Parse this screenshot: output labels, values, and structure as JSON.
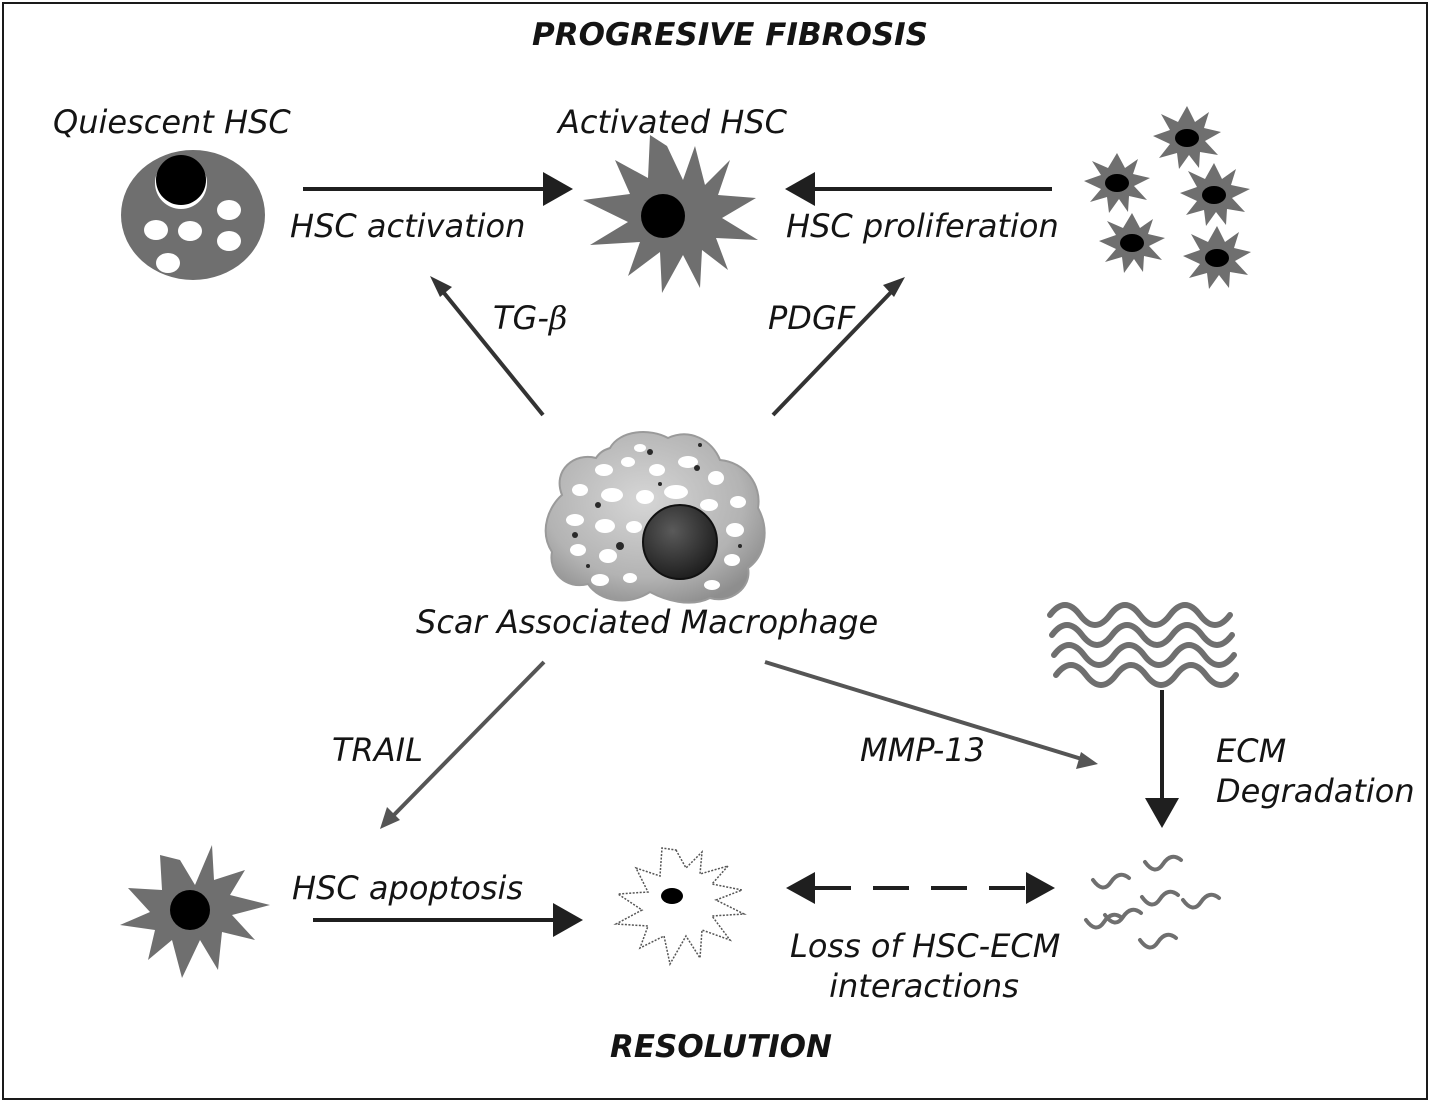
{
  "titles": {
    "top": "PROGRESIVE FIBROSIS",
    "bottom": "RESOLUTION"
  },
  "cells": {
    "quiescent": "Quiescent HSC",
    "activated": "Activated HSC",
    "macrophage": "Scar Associated Macrophage"
  },
  "processes": {
    "activation": "HSC activation",
    "proliferation": "HSC proliferation",
    "apoptosis": "HSC apoptosis",
    "ecm_degradation_1": "ECM",
    "ecm_degradation_2": "Degradation",
    "loss_interactions_1": "Loss of HSC-ECM",
    "loss_interactions_2": "interactions"
  },
  "mediators": {
    "tgb_prefix": "TG-",
    "tgb_symbol": "β",
    "pdgf": "PDGF",
    "trail": "TRAIL",
    "mmp13": "MMP-13"
  },
  "colors": {
    "cell_gray": "#6f6f6f",
    "nucleus": "#000000",
    "arrow_dark": "#1f1f1f",
    "arrow_gray": "#555555"
  }
}
